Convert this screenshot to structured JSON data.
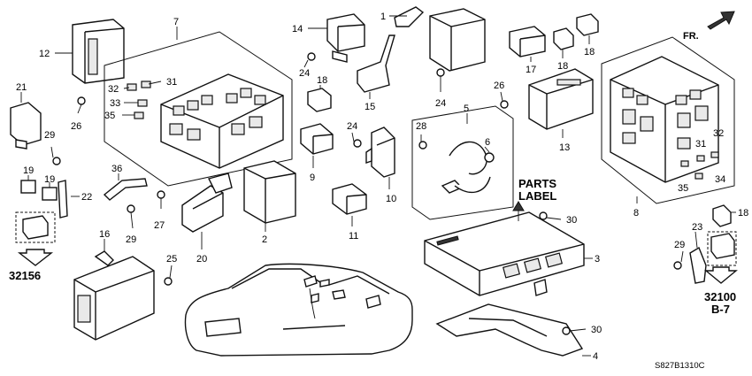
{
  "front_label": "FR.",
  "parts_label": [
    "PARTS",
    "LABEL"
  ],
  "callouts": [
    "1",
    "2",
    "3",
    "4",
    "5",
    "6",
    "7",
    "8",
    "9",
    "10",
    "11",
    "12",
    "13",
    "14",
    "15",
    "16",
    "17",
    "18",
    "19",
    "20",
    "21",
    "22",
    "23",
    "24",
    "25",
    "26",
    "27",
    "28",
    "29",
    "30",
    "31",
    "32",
    "33",
    "34",
    "35",
    "36"
  ],
  "section_refs": {
    "left": "32156",
    "right_top": "32100",
    "right_bottom": "B-7"
  },
  "diagram_code": "S827B1310C"
}
